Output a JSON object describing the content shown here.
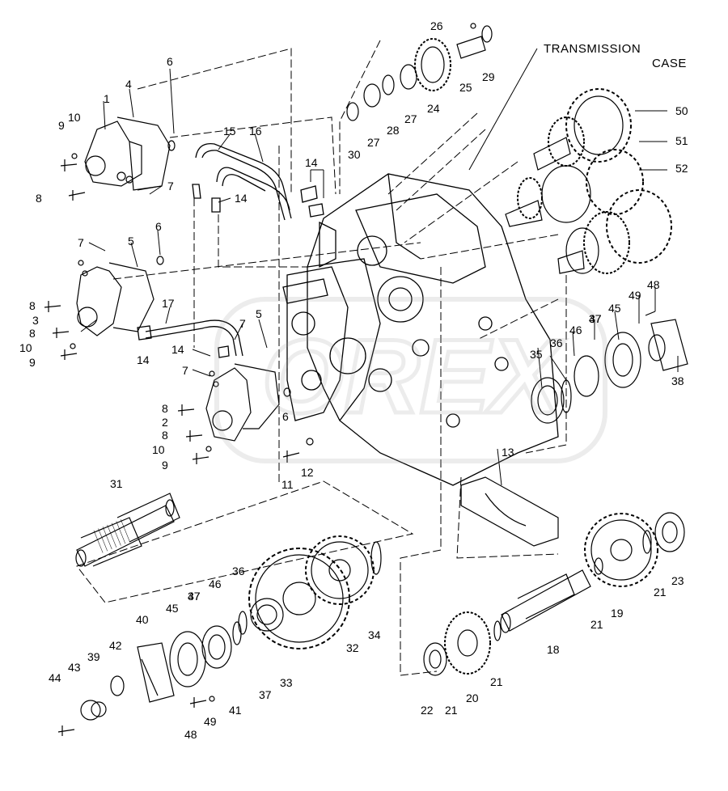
{
  "case_label": {
    "line1": "TRANSMISSION",
    "line2": "CASE"
  },
  "watermark": "OREX",
  "colors": {
    "line": "#000000",
    "background": "#ffffff",
    "watermark": "#9a9a9a"
  },
  "callouts": {
    "c1": "1",
    "c2": "2",
    "c3": "3",
    "c4": "4",
    "c5a": "5",
    "c5b": "5",
    "c6a": "6",
    "c6b": "6",
    "c6c": "6",
    "c7a": "7",
    "c7b": "7",
    "c7c": "7",
    "c7d": "7",
    "c8a": "8",
    "c8b": "8",
    "c8c": "8",
    "c8d": "8",
    "c8e": "8",
    "c9a": "9",
    "c9b": "9",
    "c9c": "9",
    "c10a": "10",
    "c10b": "10",
    "c10c": "10",
    "c11": "11",
    "c12": "12",
    "c13": "13",
    "c14a": "14",
    "c14b": "14",
    "c14c": "14",
    "c14d": "14",
    "c15": "15",
    "c16": "16",
    "c17": "17",
    "c18": "18",
    "c19": "19",
    "c20": "20",
    "c21a": "21",
    "c21b": "21",
    "c21c": "21",
    "c21d": "21",
    "c22": "22",
    "c23": "23",
    "c24": "24",
    "c25": "25",
    "c26": "26",
    "c27a": "27",
    "c27b": "27",
    "c28": "28",
    "c29": "29",
    "c30": "30",
    "c31": "31",
    "c32": "32",
    "c33": "33",
    "c34": "34",
    "c35": "35",
    "c36a": "36",
    "c36b": "36",
    "c37a": "37",
    "c37b": "37",
    "c38": "38",
    "c39": "39",
    "c40": "40",
    "c41": "41",
    "c42": "42",
    "c43": "43",
    "c44": "44",
    "c45a": "45",
    "c45b": "45",
    "c46a": "46",
    "c46b": "46",
    "c47a": "47",
    "c47b": "47",
    "c48a": "48",
    "c48b": "48",
    "c49a": "49",
    "c49b": "49",
    "c50": "50",
    "c51": "51",
    "c52": "52"
  }
}
